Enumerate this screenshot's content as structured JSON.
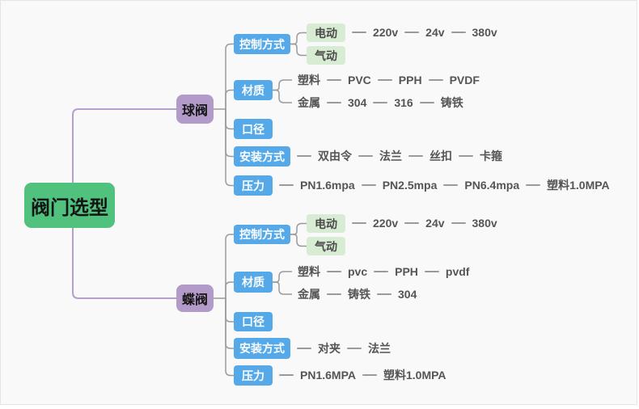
{
  "colors": {
    "canvas_background": "#f9f9f9",
    "canvas_border": "#e5e5e5",
    "root_green": "#50c27e",
    "branch_purple": "#b29bc9",
    "category_blue": "#55a9e8",
    "leaf_green": "#d7ecd2",
    "connector_gray": "#9a9a9a",
    "connector_purple": "#b5a0cc",
    "chain_text_gray": "#555555"
  },
  "root": {
    "label": "阀门选型"
  },
  "branches": [
    {
      "label": "球阀",
      "children": [
        {
          "label": "控制方式",
          "children": [
            {
              "label": "电动",
              "children": [
                {
                  "label": "220v"
                },
                {
                  "label": "24v"
                },
                {
                  "label": "380v"
                }
              ]
            },
            {
              "label": "气动"
            }
          ]
        },
        {
          "label": "材质",
          "children": [
            {
              "label": "塑料",
              "children": [
                {
                  "label": "PVC"
                },
                {
                  "label": "PPH"
                },
                {
                  "label": "PVDF"
                }
              ]
            },
            {
              "label": "金属",
              "children": [
                {
                  "label": "304"
                },
                {
                  "label": "316"
                },
                {
                  "label": "铸铁"
                }
              ]
            }
          ]
        },
        {
          "label": "口径"
        },
        {
          "label": "安装方式",
          "children": [
            {
              "label": "双由令"
            },
            {
              "label": "法兰"
            },
            {
              "label": "丝扣"
            },
            {
              "label": "卡箍"
            }
          ]
        },
        {
          "label": "压力",
          "children": [
            {
              "label": "PN1.6mpa"
            },
            {
              "label": "PN2.5mpa"
            },
            {
              "label": "PN6.4mpa"
            },
            {
              "label": "塑料1.0MPA"
            }
          ]
        }
      ]
    },
    {
      "label": "蝶阀",
      "children": [
        {
          "label": "控制方式",
          "children": [
            {
              "label": "电动",
              "children": [
                {
                  "label": "220v"
                },
                {
                  "label": "24v"
                },
                {
                  "label": "380v"
                }
              ]
            },
            {
              "label": "气动"
            }
          ]
        },
        {
          "label": "材质",
          "children": [
            {
              "label": "塑料",
              "children": [
                {
                  "label": "pvc"
                },
                {
                  "label": "PPH"
                },
                {
                  "label": "pvdf"
                }
              ]
            },
            {
              "label": "金属",
              "children": [
                {
                  "label": "铸铁"
                },
                {
                  "label": "304"
                }
              ]
            }
          ]
        },
        {
          "label": "口径"
        },
        {
          "label": "安装方式",
          "children": [
            {
              "label": "对夹"
            },
            {
              "label": "法兰"
            }
          ]
        },
        {
          "label": "压力",
          "children": [
            {
              "label": "PN1.6MPA"
            },
            {
              "label": "塑料1.0MPA"
            }
          ]
        }
      ]
    }
  ]
}
